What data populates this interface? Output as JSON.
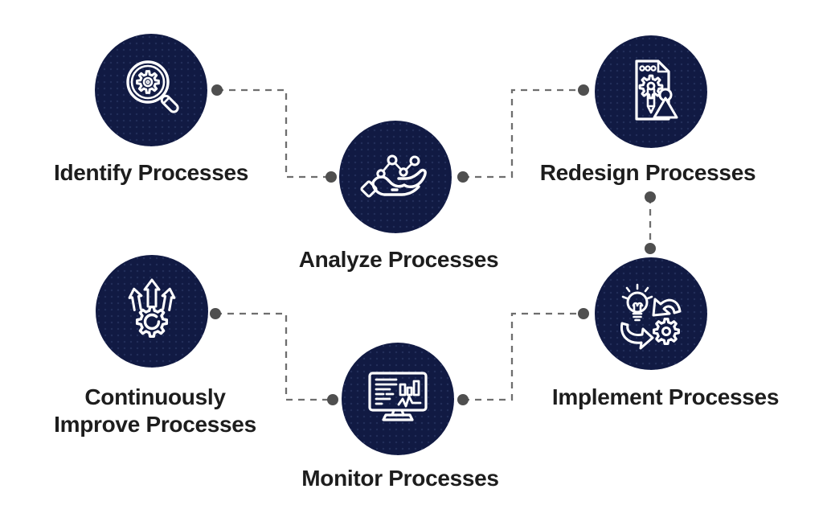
{
  "diagram": {
    "nodes": [
      {
        "id": "identify",
        "label": "Identify Processes",
        "icon": "magnifier-gear-icon"
      },
      {
        "id": "analyze",
        "label": "Analyze Processes",
        "icon": "hand-network-icon"
      },
      {
        "id": "redesign",
        "label": "Redesign Processes",
        "icon": "document-gear-pencil-icon"
      },
      {
        "id": "implement",
        "label": "Implement Processes",
        "icon": "lightbulb-gear-arrows-icon"
      },
      {
        "id": "monitor",
        "label": "Monitor Processes",
        "icon": "monitor-dashboard-icon"
      },
      {
        "id": "improve",
        "label": "Continuously Improve Processes",
        "icon": "gear-up-arrows-icon"
      }
    ],
    "connections": [
      {
        "from": "identify",
        "to": "analyze"
      },
      {
        "from": "analyze",
        "to": "redesign"
      },
      {
        "from": "redesign",
        "to": "implement"
      },
      {
        "from": "monitor",
        "to": "implement"
      },
      {
        "from": "improve",
        "to": "monitor"
      }
    ],
    "colors": {
      "background": "#ffffff",
      "node_fill": "#111a43",
      "icon_stroke": "#ffffff",
      "label_text": "#1d1d1d",
      "connector_dash": "#6e6e6e",
      "connector_dot": "#4f4f4f"
    }
  }
}
